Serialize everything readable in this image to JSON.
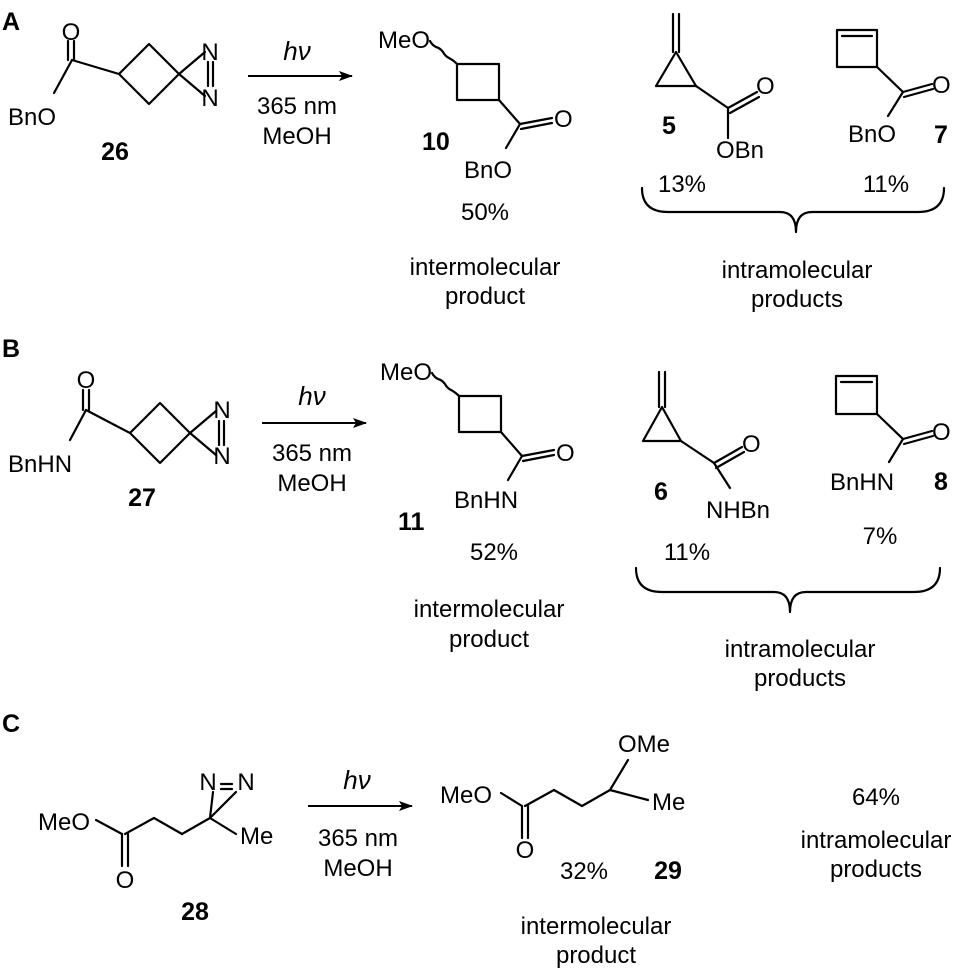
{
  "panels": [
    {
      "label": "A",
      "start_label": "26",
      "conditions": {
        "light": "hν",
        "wavelength": "365 nm",
        "solvent": "MeOH"
      },
      "start_groups": {
        "ester": "BnO",
        "carbonyl": "O",
        "n1": "N",
        "n2": "N"
      },
      "inter_product": {
        "label": "10",
        "yield": "50%",
        "caption_line1": "intermolecular",
        "caption_line2": "product",
        "groups": {
          "ome": "MeO",
          "carbonyl": "O",
          "ester": "BnO"
        }
      },
      "intra_products": [
        {
          "label": "5",
          "yield": "13%",
          "groups": {
            "carbonyl": "O",
            "ester": "OBn"
          }
        },
        {
          "label": "7",
          "yield": "11%",
          "groups": {
            "carbonyl": "O",
            "ester": "BnO"
          }
        }
      ],
      "intra_caption_line1": "intramolecular",
      "intra_caption_line2": "products"
    },
    {
      "label": "B",
      "start_label": "27",
      "conditions": {
        "light": "hν",
        "wavelength": "365 nm",
        "solvent": "MeOH"
      },
      "start_groups": {
        "amide": "BnHN",
        "carbonyl": "O",
        "n1": "N",
        "n2": "N"
      },
      "inter_product": {
        "label": "11",
        "yield": "52%",
        "caption_line1": "intermolecular",
        "caption_line2": "product",
        "groups": {
          "ome": "MeO",
          "carbonyl": "O",
          "amide": "BnHN"
        }
      },
      "intra_products": [
        {
          "label": "6",
          "yield": "11%",
          "groups": {
            "carbonyl": "O",
            "amide": "NHBn"
          }
        },
        {
          "label": "8",
          "yield": "7%",
          "groups": {
            "carbonyl": "O",
            "amide": "BnHN"
          }
        }
      ],
      "intra_caption_line1": "intramolecular",
      "intra_caption_line2": "products"
    },
    {
      "label": "C",
      "start_label": "28",
      "conditions": {
        "light": "hν",
        "wavelength": "365 nm",
        "solvent": "MeOH"
      },
      "start_groups": {
        "ester": "MeO",
        "carbonyl": "O",
        "n1": "N",
        "n2": "N",
        "methyl": "Me"
      },
      "inter_product": {
        "label": "29",
        "yield": "32%",
        "caption_line1": "intermolecular",
        "caption_line2": "product",
        "groups": {
          "ester": "MeO",
          "carbonyl": "O",
          "ome": "OMe",
          "methyl": "Me"
        }
      },
      "intra_yield": "64%",
      "intra_caption_line1": "intramolecular",
      "intra_caption_line2": "products"
    }
  ]
}
